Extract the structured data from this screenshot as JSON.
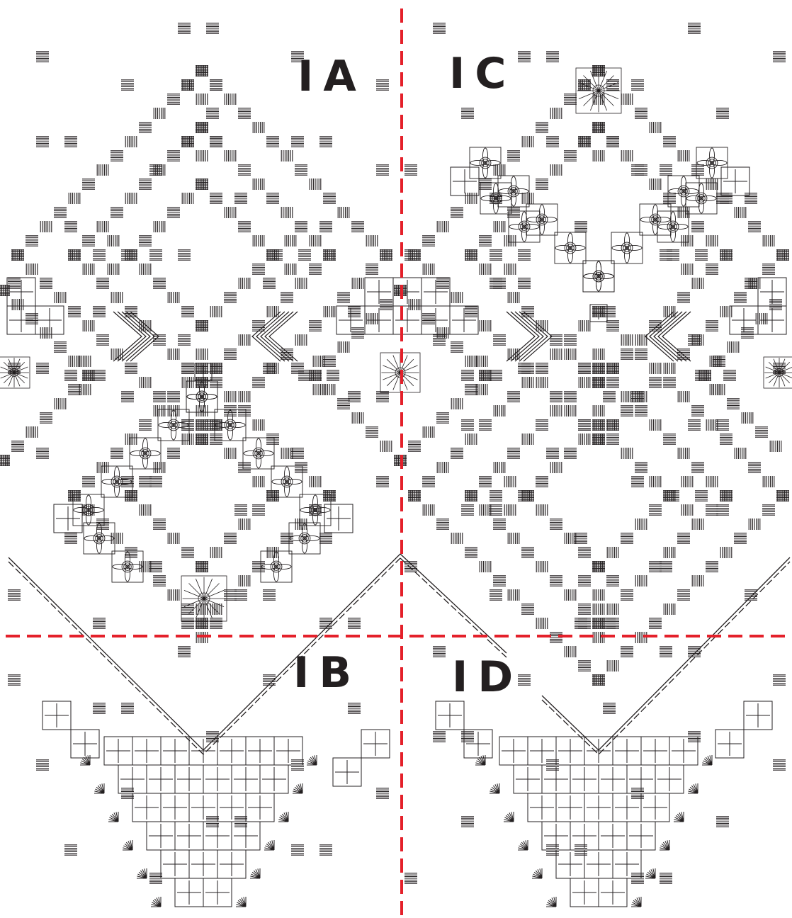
{
  "sections": {
    "ia": "IA",
    "ib": "IB",
    "ic": "IC",
    "id": "ID"
  },
  "colors": {
    "ink": "#231f20",
    "divider": "#e4202a",
    "background": "#ffffff"
  },
  "pattern": {
    "motifs": [
      "satin-stitch-bars",
      "cutwork-squares",
      "woven-flower-medallions",
      "eyelet-star-square",
      "chevron-stripes",
      "diamond-lattice"
    ]
  }
}
